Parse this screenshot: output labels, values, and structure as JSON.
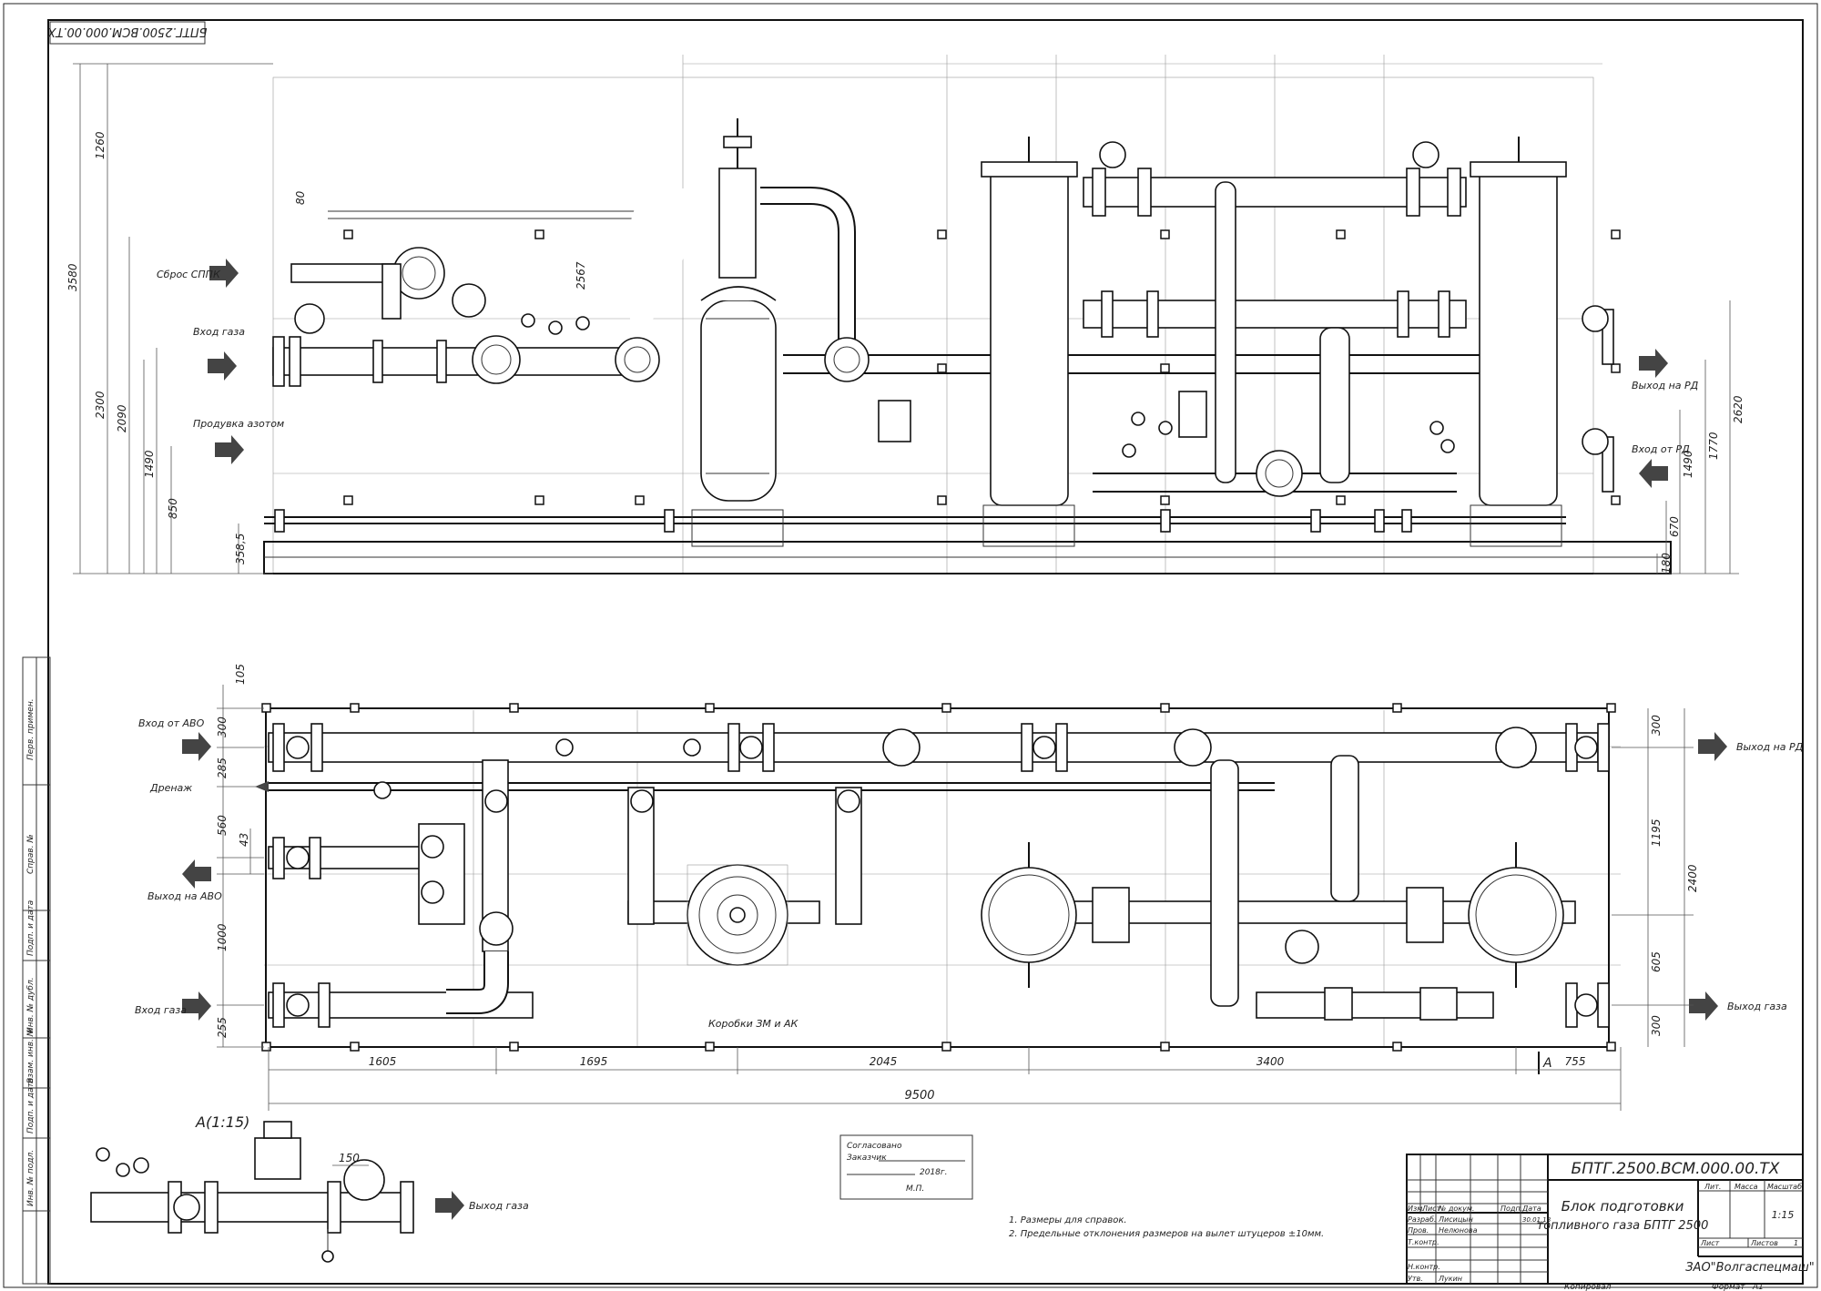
{
  "document": {
    "code_top": "БПТГ.2500.ВСМ.000.00.ТХ",
    "code_stamp": "БПТГ.2500.ВСМ.000.00.ТХ",
    "title_line1": "Блок подготовки",
    "title_line2": "топливного газа БПТГ 2500",
    "company": "ЗАО\"Волгаспецмаш\"",
    "scale": "1:15",
    "sheet": "",
    "sheets": "1",
    "format_label": "Формат",
    "format": "A1",
    "copied": "Копировал"
  },
  "front_view": {
    "labels": {
      "sbros_sppk": "Сброс СППК",
      "vhod_gaza": "Вход газа",
      "produvka": "Продувка азотом",
      "vyhod_rd": "Выход на РД",
      "vhod_ot_rd": "Вход от РД"
    },
    "dims_left": [
      "1260",
      "3580",
      "2300",
      "2090",
      "1490",
      "850",
      "358,5"
    ],
    "dims_right": [
      "2620",
      "1770",
      "1490",
      "670",
      "180"
    ],
    "dim_80": "80",
    "dim_2567": "2567"
  },
  "plan_view": {
    "labels": {
      "vhod_ot_avo": "Вход от АВО",
      "drenazh": "Дренаж",
      "vyhod_na_avo": "Выход на АВО",
      "vhod_gaza": "Вход газа",
      "vyhod_na_rd": "Выход на РД",
      "vyhod_gaza": "Выход газа",
      "korobki": "Коробки ЗМ и АК",
      "section_mark": "А"
    },
    "dims_left": [
      "105",
      "300",
      "285",
      "560",
      "43",
      "1000",
      "255"
    ],
    "dims_right": [
      "300",
      "1195",
      "2400",
      "605",
      "300"
    ],
    "dims_bottom": [
      "1605",
      "1695",
      "2045",
      "3400",
      "755"
    ],
    "dim_total": "9500"
  },
  "detail": {
    "title": "А(1:15)",
    "dim_150": "150",
    "label": "Выход газа"
  },
  "approval": {
    "line1": "Согласовано",
    "line2": "Заказчик",
    "year": "2018г.",
    "stamp": "М.П."
  },
  "notes": [
    "1. Размеры для справок.",
    "2. Предельные отклонения размеров на вылет штуцеров ±10мм."
  ],
  "stamp_table": {
    "headers": [
      "Изм.",
      "Лист",
      "№ докум.",
      "Подп.",
      "Дата"
    ],
    "rows": [
      [
        "Разраб.",
        "Лисицын",
        "",
        "30.01.18"
      ],
      [
        "Пров.",
        "Нелюнова",
        "",
        ""
      ],
      [
        "Т.контр.",
        "",
        "",
        ""
      ],
      [
        "Н.контр.",
        "",
        "",
        ""
      ],
      [
        "Утв.",
        "Лукин",
        "",
        ""
      ]
    ],
    "lit_label": "Лит.",
    "mass_label": "Масса",
    "scale_label": "Масштаб",
    "sheet_label": "Лист",
    "sheets_label": "Листов"
  },
  "side_stamp": [
    "Перв. примен.",
    "Справ. №",
    "Подп. и дата",
    "Инв. № дубл.",
    "Взам. инв. №",
    "Подп. и дата",
    "Инв. № подл."
  ]
}
